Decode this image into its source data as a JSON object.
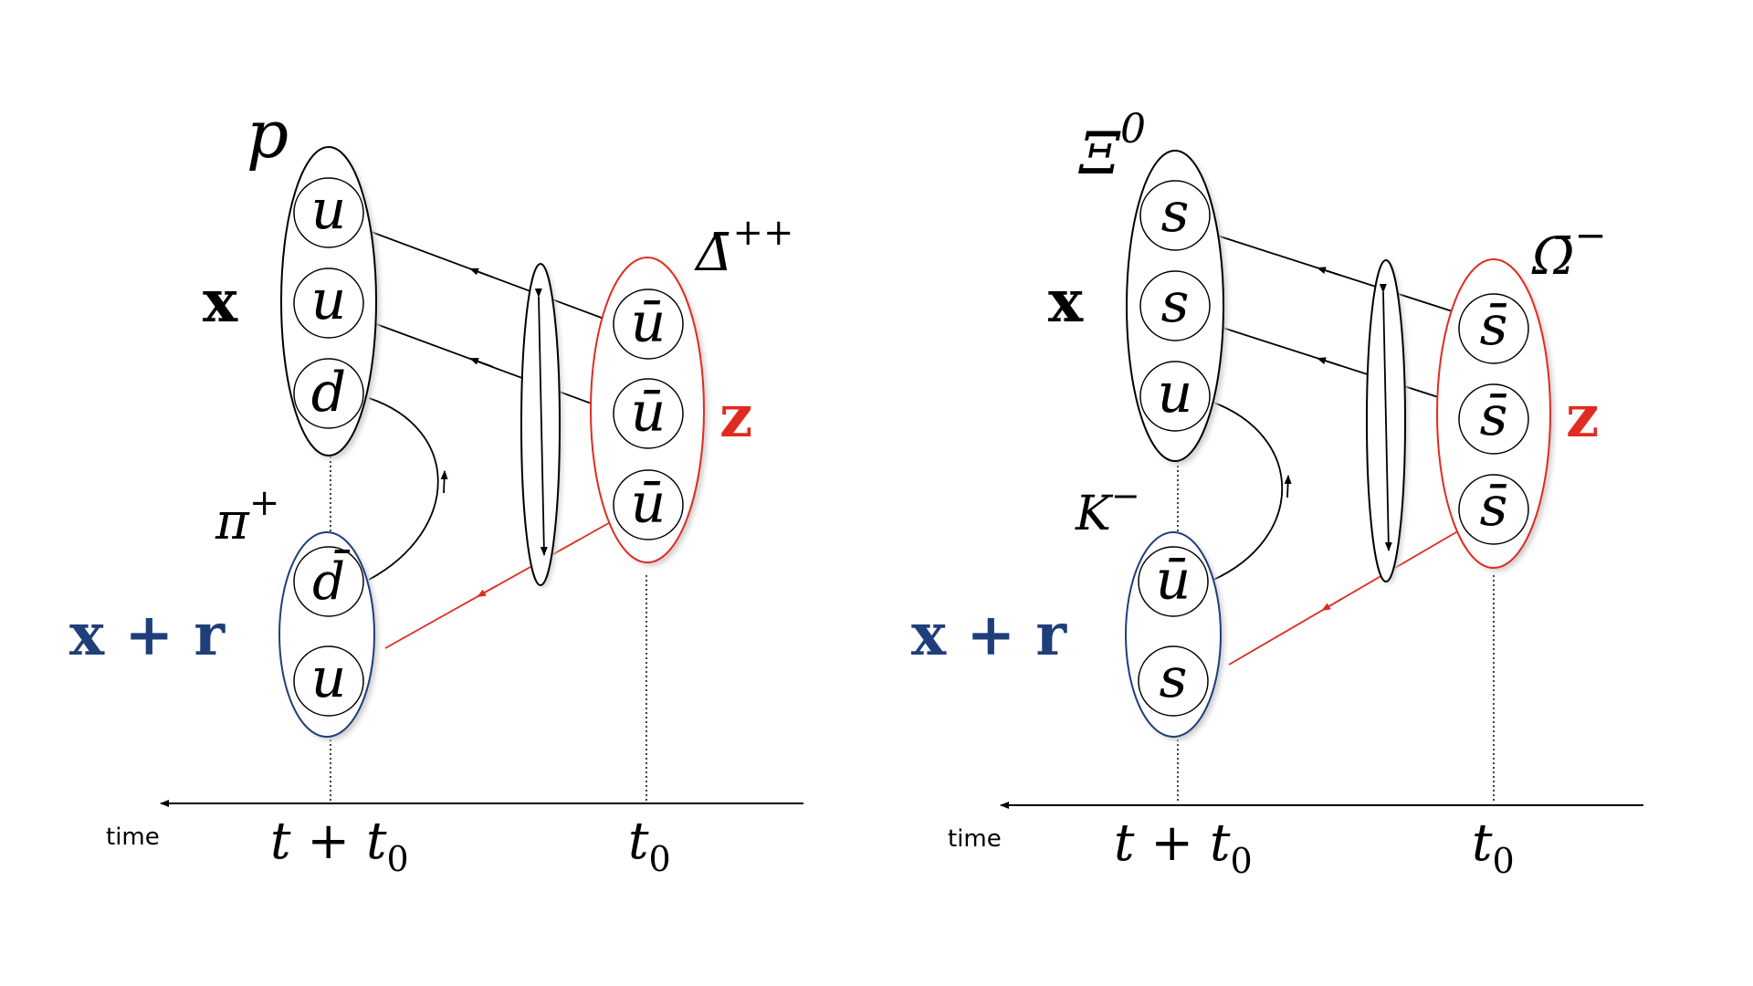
{
  "colors": {
    "black": "#000000",
    "red": "#e02b20",
    "blue": "#1f3f7a",
    "shadow": "#cfcfcf"
  },
  "left": {
    "baryon_label": "p",
    "baryon_quarks": [
      "u",
      "u",
      "d"
    ],
    "baryon_pos": "x",
    "meson_label": "π+",
    "meson_label_base": "π",
    "meson_label_sup": "+",
    "meson_quarks": [
      "d̄",
      "u"
    ],
    "meson_pos": "x + r",
    "source_label": "Δ̄++",
    "source_label_base": "Δ̄",
    "source_label_sup": "++",
    "source_quarks": [
      "ū",
      "ū",
      "ū"
    ],
    "source_pos": "z",
    "time_axis": {
      "label": "time",
      "tick_sink": "t + t",
      "tick_sink_sub": "0",
      "tick_source": "t",
      "tick_source_sub": "0"
    }
  },
  "right": {
    "baryon_label": "Ξ0",
    "baryon_label_base": "Ξ",
    "baryon_label_sup": "0",
    "baryon_quarks": [
      "s",
      "s",
      "u"
    ],
    "baryon_pos": "x",
    "meson_label": "K−",
    "meson_label_base": "K",
    "meson_label_sup": "−",
    "meson_quarks": [
      "ū",
      "s"
    ],
    "meson_pos": "x + r",
    "source_label": "Ω̄−",
    "source_label_base": "Ω̄",
    "source_label_sup": "−",
    "source_quarks": [
      "s̄",
      "s̄",
      "s̄"
    ],
    "source_pos": "z",
    "time_axis": {
      "label": "time",
      "tick_sink": "t + t",
      "tick_sink_sub": "0",
      "tick_source": "t",
      "tick_source_sub": "0"
    }
  }
}
